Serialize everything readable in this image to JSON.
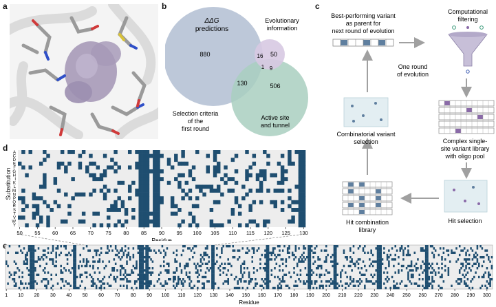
{
  "panels": {
    "a": "a",
    "b": "b",
    "c": "c",
    "d": "d",
    "e": "e"
  },
  "venn": {
    "set_ddg_line1": "ΔΔG",
    "set_ddg_line2": "predictions",
    "set_evo_line1": "Evolutionary",
    "set_evo_line2": "information",
    "set_active_line1": "Active site",
    "set_active_line2": "and tunnel",
    "criteria_line1": "Selection criteria",
    "criteria_line2": "of the",
    "criteria_line3": "first round",
    "n_ddg_only": "880",
    "n_evo_only": "50",
    "n_active_only": "506",
    "n_ddg_evo": "16",
    "n_ddg_active": "130",
    "n_evo_active": "9",
    "n_all": "1"
  },
  "workflow": {
    "parent_line1": "Best-performing variant",
    "parent_line2": "as parent for",
    "parent_line3": "next round of evolution",
    "filter_line1": "Computational",
    "filter_line2": "filtering",
    "round_line1": "One round",
    "round_line2": "of evolution",
    "library_line1": "Complex single-",
    "library_line2": "site variant library",
    "library_line3": "with oligo pool",
    "combinatorial_line1": "Combinatorial variant",
    "combinatorial_line2": "selection",
    "hit_combination_line1": "Hit combination",
    "hit_combination_line2": "library",
    "hit_selection": "Hit selection"
  },
  "heatmap_d": {
    "ylabel": "Substitution",
    "xlabel": "Residue",
    "amino_acids": [
      "A",
      "C",
      "D",
      "E",
      "F",
      "G",
      "H",
      "I",
      "K",
      "L",
      "M",
      "N",
      "P",
      "Q",
      "R",
      "S",
      "T",
      "V",
      "W",
      "Y"
    ],
    "x_ticks": [
      "50",
      "55",
      "60",
      "65",
      "70",
      "75",
      "80",
      "85",
      "90",
      "95",
      "100",
      "105",
      "110",
      "115",
      "120",
      "125",
      "130"
    ],
    "residue_range": [
      50,
      130
    ],
    "full_columns": [
      84,
      85,
      86,
      88,
      89,
      129,
      130
    ],
    "colors": {
      "filled": "#1f4e70",
      "empty": "#ededed"
    }
  },
  "heatmap_e": {
    "xlabel": "Residue",
    "x_ticks": [
      "1",
      "10",
      "20",
      "30",
      "40",
      "50",
      "60",
      "70",
      "80",
      "90",
      "100",
      "110",
      "120",
      "130",
      "140",
      "150",
      "160",
      "170",
      "180",
      "190",
      "200",
      "210",
      "220",
      "230",
      "240",
      "250",
      "260",
      "270",
      "280",
      "290",
      "300"
    ],
    "residue_range": [
      1,
      303
    ],
    "full_columns": [
      16,
      17,
      18,
      43,
      44,
      84,
      85,
      86,
      88,
      89,
      129,
      130,
      163,
      164,
      189,
      190,
      205,
      206,
      232,
      233,
      234,
      262,
      263
    ],
    "colors": {
      "filled": "#1f4e70",
      "empty": "#ededed"
    }
  },
  "colors": {
    "ddg_circle": "#b7c3d6",
    "evo_circle": "#d7c9e2",
    "active_circle": "#a9cfbf",
    "accent_purple": "#8a6aa8",
    "accent_blue": "#5f7f9f",
    "arrow": "#a0a0a0"
  }
}
